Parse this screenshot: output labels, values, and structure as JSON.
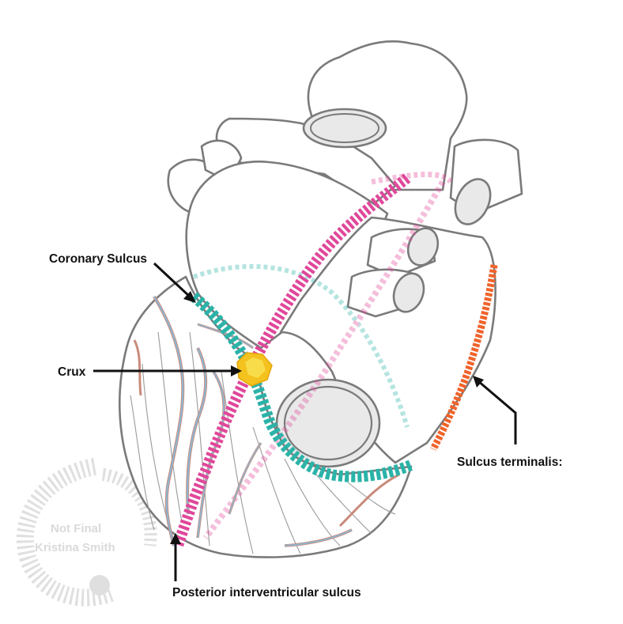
{
  "labels": {
    "coronary_sulcus": "Coronary Sulcus",
    "crux": "Crux",
    "sulcus_terminalis": "Sulcus terminalis:",
    "posterior_interventricular_sulcus": "Posterior interventricular sulcus"
  },
  "watermark": {
    "line1": "Not Final",
    "line2": "Kristina Smith"
  },
  "colors": {
    "coronary_sulcus": "#2bb3a8",
    "interventricular_sulcus": "#e0479a",
    "sulcus_terminalis": "#f0632a",
    "crux": "#f4c21e",
    "outline": "#7a7a7a",
    "vessel_inner": "#8bb8d4",
    "vessel_outer": "#c98b7c"
  }
}
